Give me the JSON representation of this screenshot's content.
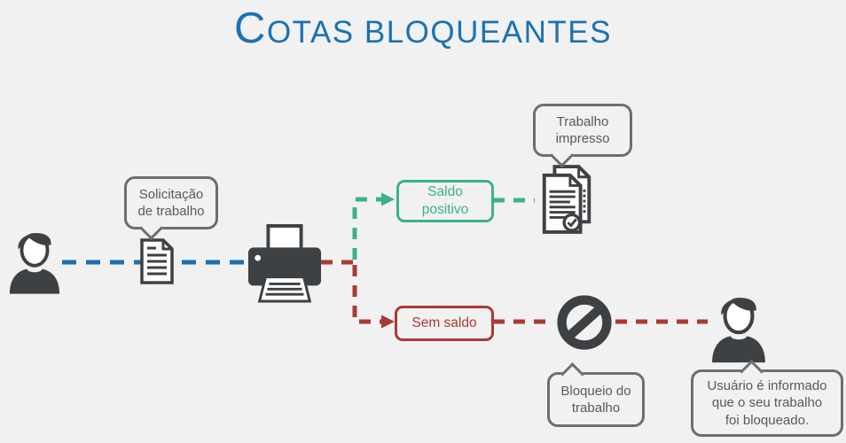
{
  "title": {
    "initial": "C",
    "rest": "otas bloqueantes"
  },
  "colors": {
    "background": "#f1f1f2",
    "title_blue": "#1b72b4",
    "flow_blue": "#1c6fb1",
    "flow_green": "#3db189",
    "flow_red": "#a93a34",
    "icon_dark": "#3e4144",
    "bubble_border": "#6d6e70",
    "bubble_text": "#58595b"
  },
  "bubbles": {
    "request": {
      "lines": [
        "Solicitação",
        "de trabalho"
      ]
    },
    "printed": {
      "lines": [
        "Trabalho",
        "impresso"
      ]
    },
    "blocked": {
      "lines": [
        "Bloqueio do",
        "trabalho"
      ]
    },
    "informed": {
      "lines": [
        "Usuário é informado",
        "que o seu trabalho",
        "foi bloqueado."
      ]
    }
  },
  "status_boxes": {
    "positive": {
      "lines": [
        "Saldo",
        "positivo"
      ]
    },
    "negative": {
      "lines": [
        "Sem saldo"
      ]
    }
  },
  "icons": {
    "sender": "user-icon",
    "job_document": "document-icon",
    "printer": "printer-icon",
    "printed_job": "printed-documents-check-icon",
    "blocked_job": "prohibition-icon",
    "receiver": "user-icon"
  }
}
